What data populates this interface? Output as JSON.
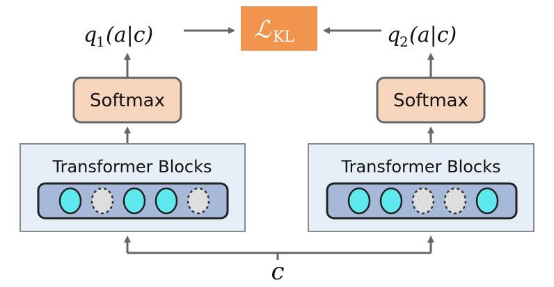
{
  "loss": {
    "symbol": "ℒ",
    "subscript": "KL",
    "fill": "#f0944e"
  },
  "left_branch": {
    "output_var": "q",
    "output_index": "1",
    "output_args": "(a|c)",
    "softmax_label": "Softmax",
    "block_label": "Transformer Blocks",
    "tokens": [
      "active",
      "masked",
      "active",
      "active",
      "masked"
    ]
  },
  "right_branch": {
    "output_var": "q",
    "output_index": "2",
    "output_args": "(a|c)",
    "softmax_label": "Softmax",
    "block_label": "Transformer Blocks",
    "tokens": [
      "active",
      "active",
      "masked",
      "masked",
      "active"
    ]
  },
  "input_label": "c",
  "colors": {
    "softmax_fill": "#f7d6bd",
    "block_fill": "#e6eef7",
    "token_bar_fill": "#a7b9d8",
    "token_active": "#5ee9ef",
    "token_masked": "#dedede",
    "arrow": "#666666"
  }
}
